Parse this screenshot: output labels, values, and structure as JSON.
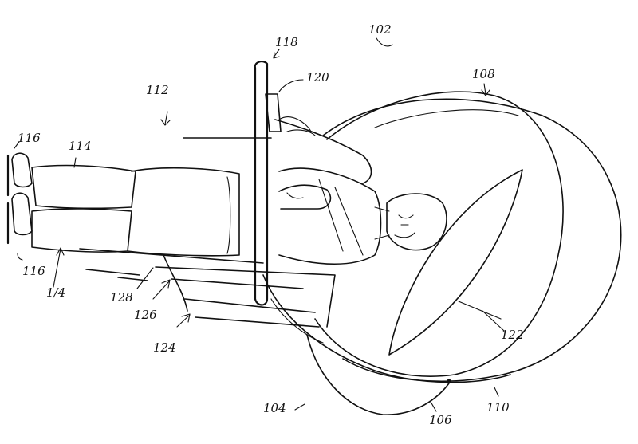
{
  "figure": {
    "reference_numerals": {
      "r102": "102",
      "r104": "104",
      "r106": "106",
      "r108": "108",
      "r110": "110",
      "r112": "112",
      "r114_top": "114",
      "r114_bottom": "1/4",
      "r116_top": "116",
      "r116_bottom": "116",
      "r118": "118",
      "r120": "120",
      "r122": "122",
      "r124": "124",
      "r126": "126",
      "r128": "128"
    }
  }
}
